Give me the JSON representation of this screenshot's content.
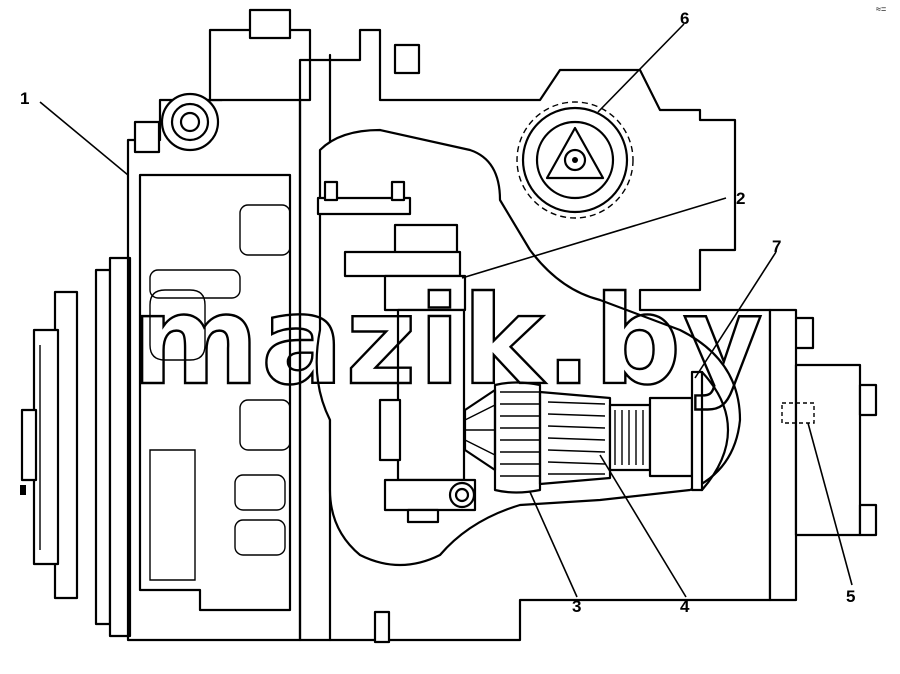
{
  "watermark": "mazik.by",
  "corner_mark": "≈=",
  "callouts": [
    {
      "id": "1",
      "label": "1"
    },
    {
      "id": "2",
      "label": "2"
    },
    {
      "id": "3",
      "label": "3"
    },
    {
      "id": "4",
      "label": "4"
    },
    {
      "id": "5",
      "label": "5"
    },
    {
      "id": "6",
      "label": "6"
    },
    {
      "id": "7",
      "label": "7"
    }
  ],
  "palette": {
    "ink": "#000000",
    "paper": "#ffffff"
  }
}
